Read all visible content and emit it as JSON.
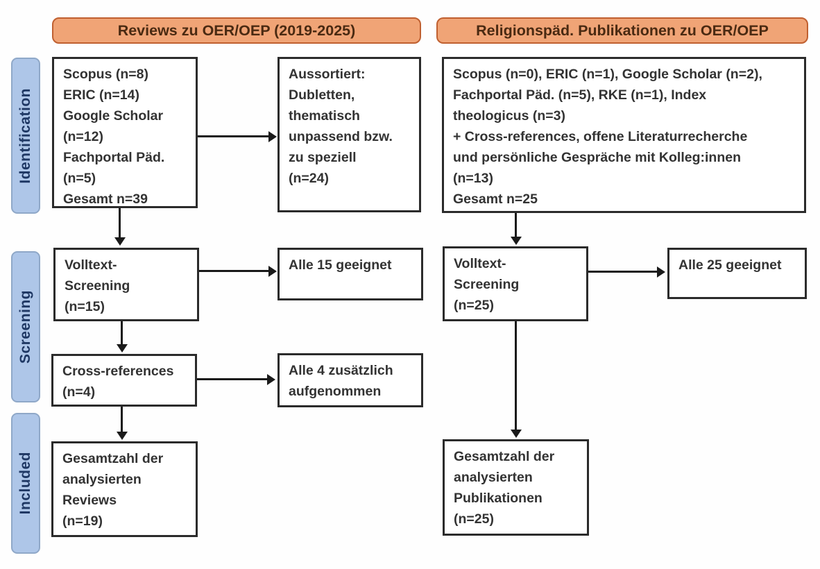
{
  "diagram": {
    "headers": {
      "left": "Reviews zu OER/OEP (2019-2025)",
      "right": "Religionspäd. Publikationen zu OER/OEP"
    },
    "stages": {
      "identification": "Identification",
      "screening": "Screening",
      "included": "Included"
    },
    "left": {
      "sources": "Scopus (n=8)\nERIC (n=14)\nGoogle Scholar\n(n=12)\nFachportal Päd.\n(n=5)\nGesamt n=39",
      "excluded": "Aussortiert:\nDubletten,\nthematisch\nunpassend bzw.\nzu speziell\n(n=24)",
      "fulltext": "Volltext-\nScreening\n(n=15)",
      "fulltext_result": "Alle 15 geeignet",
      "crossref": "Cross-references\n(n=4)",
      "crossref_result": "Alle 4 zusätzlich\naufgenommen",
      "total": "Gesamtzahl der\nanalysierten\nReviews\n(n=19)"
    },
    "right": {
      "sources": "Scopus (n=0), ERIC (n=1), Google Scholar (n=2),\nFachportal Päd. (n=5), RKE (n=1), Index\ntheologicus (n=3)\n+ Cross-references, offene Literaturrecherche\nund persönliche Gespräche mit Kolleg:innen\n(n=13)\nGesamt n=25",
      "fulltext": "Volltext-\nScreening\n(n=25)",
      "fulltext_result": "Alle 25 geeignet",
      "total": "Gesamtzahl der\nanalysierten\nPublikationen\n(n=25)"
    },
    "colors": {
      "header_fill": "#F0A476",
      "header_border": "#C06030",
      "header_text": "#4A2A12",
      "stage_fill": "#AEC6E8",
      "stage_border": "#8FA8C8",
      "stage_text": "#1F3864",
      "box_border": "#2B2B2B",
      "box_text": "#333333",
      "arrow": "#1A1A1A",
      "background": "#FFFFFF"
    }
  }
}
